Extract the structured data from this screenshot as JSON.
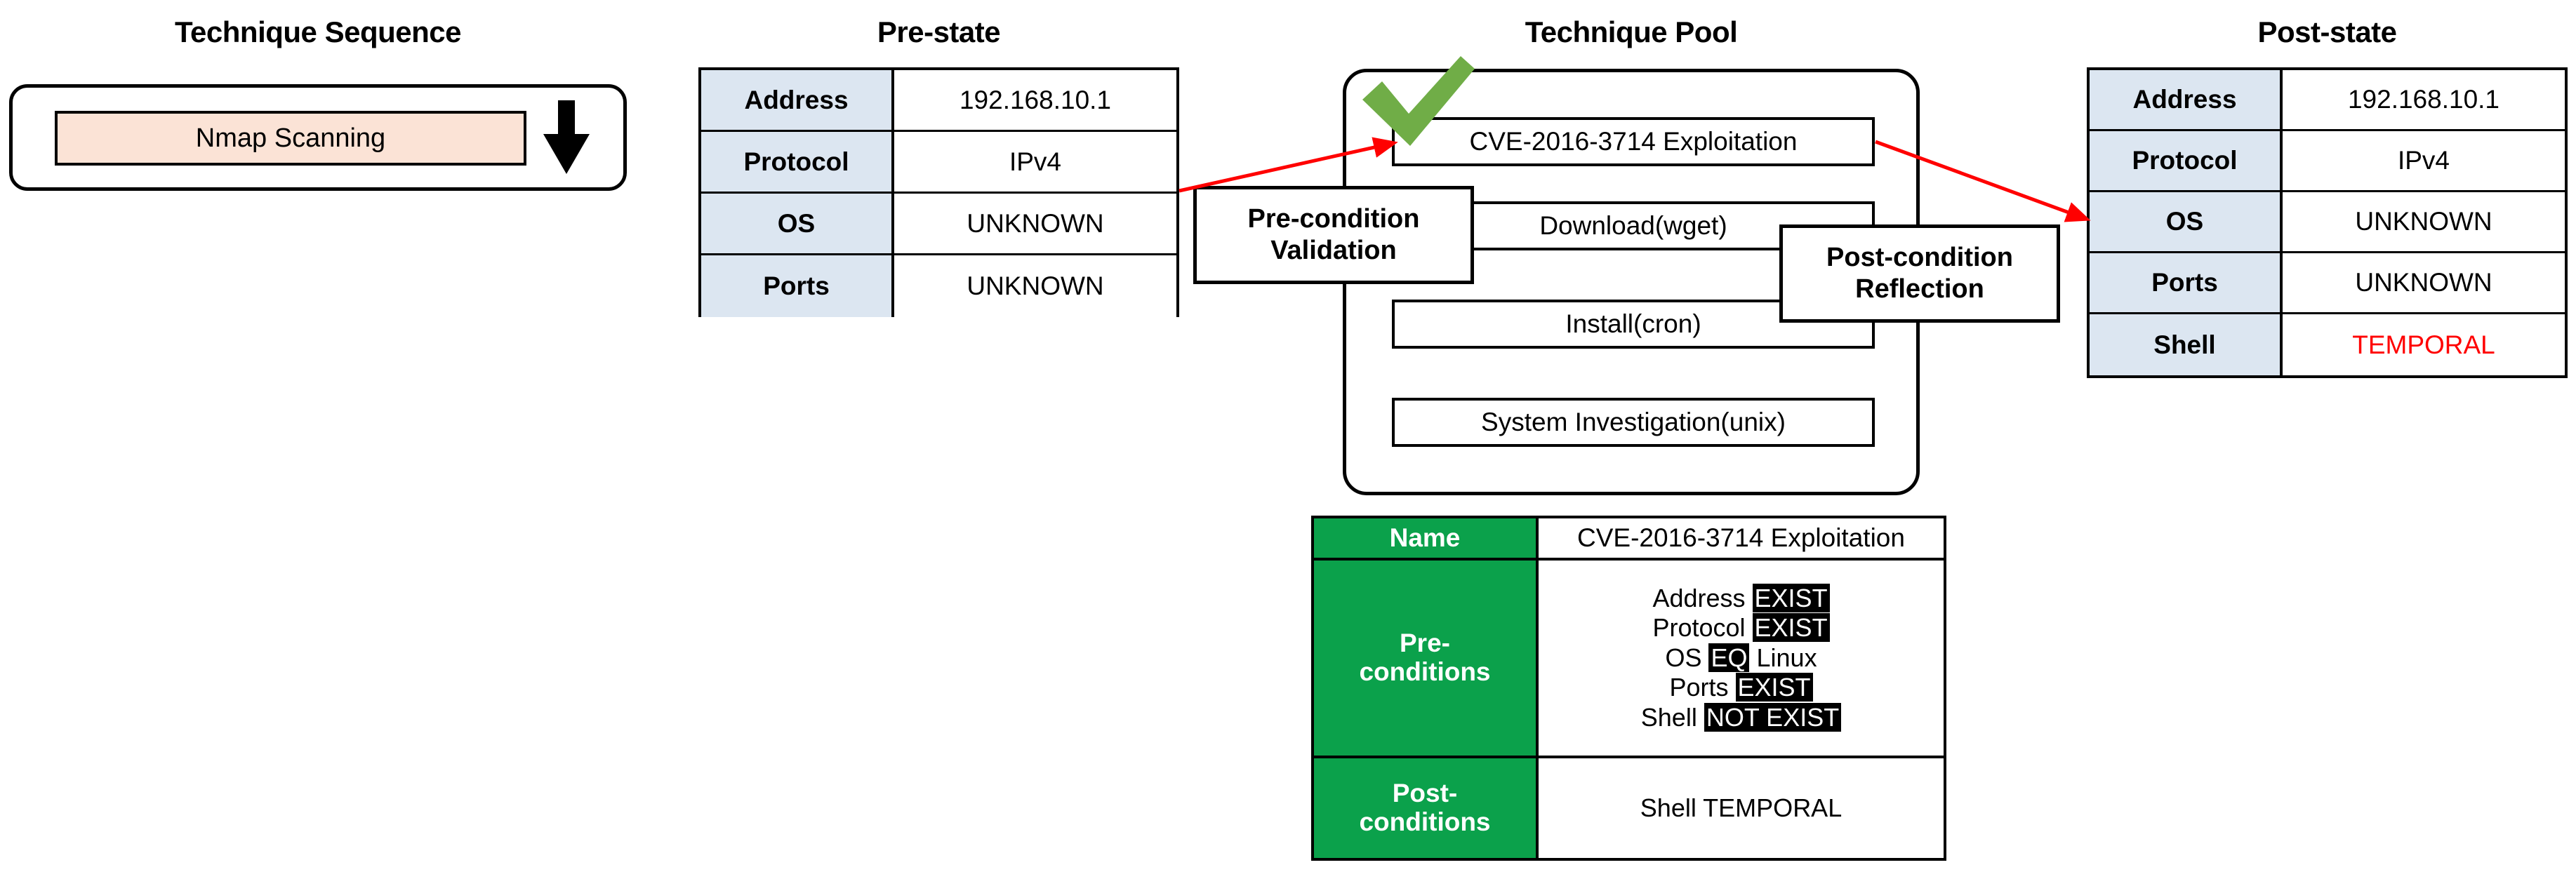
{
  "panels": {
    "sequence_title": "Technique Sequence",
    "prestate_title": "Pre-state",
    "pool_title": "Technique Pool",
    "poststate_title": "Post-state"
  },
  "sequence": {
    "items": [
      {
        "label": "Nmap Scanning"
      }
    ],
    "next_arrow_icon": "arrow-down-icon"
  },
  "prestate": {
    "rows": [
      {
        "key": "Address",
        "value": "192.168.10.1",
        "highlight": false
      },
      {
        "key": "Protocol",
        "value": "IPv4",
        "highlight": false
      },
      {
        "key": "OS",
        "value": "UNKNOWN",
        "highlight": false
      },
      {
        "key": "Ports",
        "value": "UNKNOWN",
        "highlight": false
      }
    ]
  },
  "poststate": {
    "rows": [
      {
        "key": "Address",
        "value": "192.168.10.1",
        "highlight": false
      },
      {
        "key": "Protocol",
        "value": "IPv4",
        "highlight": false
      },
      {
        "key": "OS",
        "value": "UNKNOWN",
        "highlight": false
      },
      {
        "key": "Ports",
        "value": "UNKNOWN",
        "highlight": false
      },
      {
        "key": "Shell",
        "value": "TEMPORAL",
        "highlight": true
      }
    ]
  },
  "pool": {
    "selected_index": 0,
    "selected_icon": "check-icon",
    "items": [
      {
        "label": "CVE-2016-3714 Exploitation"
      },
      {
        "label": "Download(wget)"
      },
      {
        "label": "Install(cron)"
      },
      {
        "label": "System Investigation(unix)"
      }
    ]
  },
  "callouts": {
    "pre": {
      "line1": "Pre-condition",
      "line2": "Validation"
    },
    "post": {
      "line1": "Post-condition",
      "line2": "Reflection"
    }
  },
  "detail": {
    "name_label": "Name",
    "name_value": "CVE-2016-3714 Exploitation",
    "pre_label_line1": "Pre-",
    "pre_label_line2": "conditions",
    "post_label_line1": "Post-",
    "post_label_line2": "conditions",
    "preconditions": [
      {
        "attribute": "Address",
        "operator": "EXIST",
        "operand": ""
      },
      {
        "attribute": "Protocol",
        "operator": "EXIST",
        "operand": ""
      },
      {
        "attribute": "OS",
        "operator": "EQ",
        "operand": "Linux"
      },
      {
        "attribute": "Ports",
        "operator": "EXIST",
        "operand": ""
      },
      {
        "attribute": "Shell",
        "operator": "NOT EXIST",
        "operand": ""
      }
    ],
    "postconditions": [
      {
        "text": "Shell TEMPORAL"
      }
    ]
  },
  "colors": {
    "accent_green": "#0BA14B",
    "check_green": "#70AD47",
    "arrow_red": "#FF0000",
    "state_header_blue": "#DCE6F1",
    "sequence_item_peach": "#FBE3D6",
    "temporal_red": "#FF0000"
  }
}
